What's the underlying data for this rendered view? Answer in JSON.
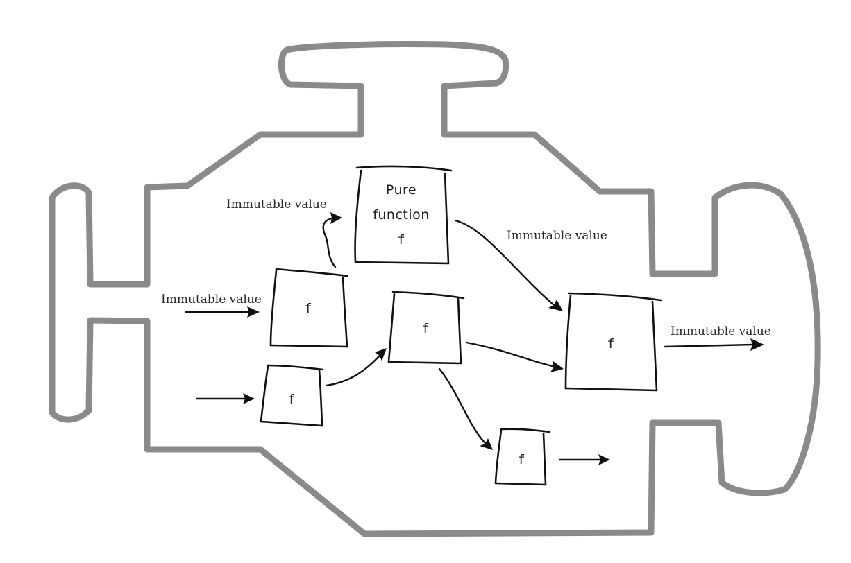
{
  "diagram": {
    "engine_outline_color": "#8a8a8a",
    "ink_color": "#111111",
    "labels": {
      "immutable_top": "Immutable value",
      "immutable_left": "Immutable value",
      "immutable_mid": "Immutable value",
      "immutable_right": "Immutable value"
    },
    "pure_function_box": {
      "line1": "Pure",
      "line2": "function",
      "line3": "f"
    },
    "function_boxes": [
      {
        "id": "f-upper-left",
        "label": "f"
      },
      {
        "id": "f-lower-left",
        "label": "f"
      },
      {
        "id": "f-middle",
        "label": "f"
      },
      {
        "id": "f-bottom",
        "label": "f"
      },
      {
        "id": "f-right",
        "label": "f"
      }
    ]
  }
}
